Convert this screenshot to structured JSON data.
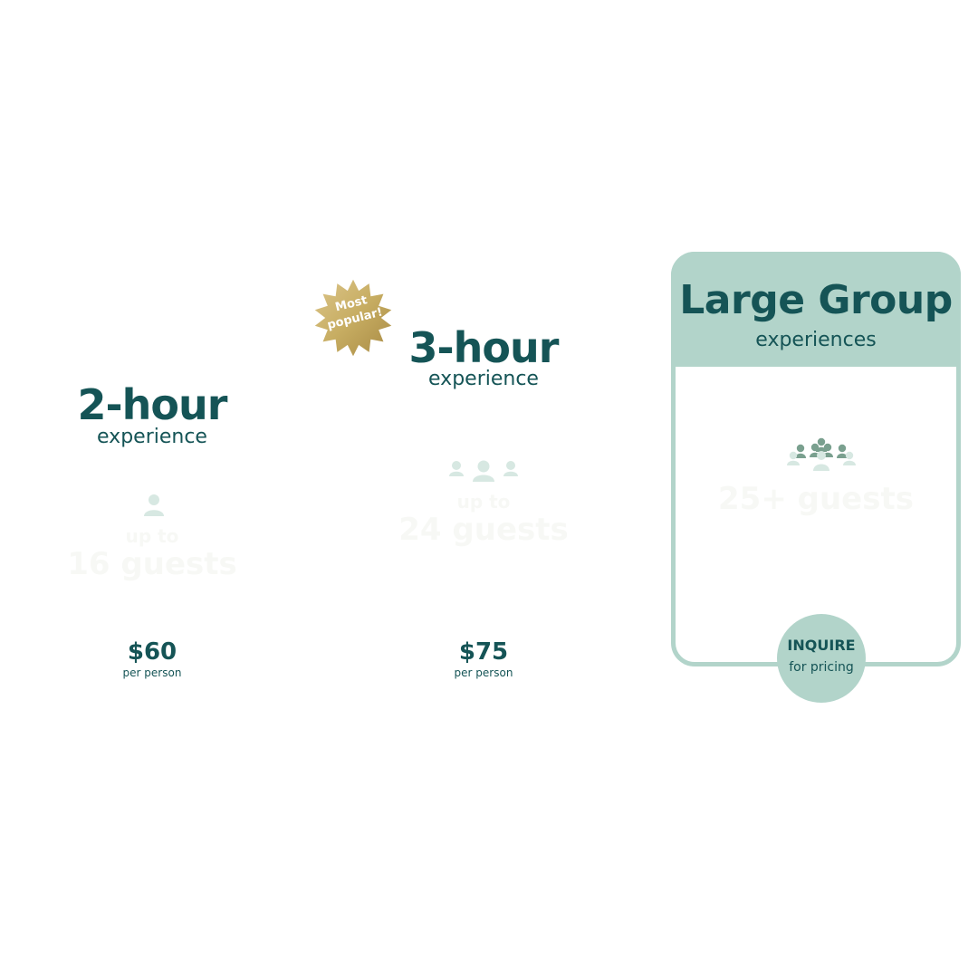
{
  "plans": [
    {
      "title": "2-hour",
      "subtitle": "experience",
      "capacity_prefix": "up to",
      "capacity": "16 guests",
      "price": "$60",
      "price_unit": "per person",
      "icon": "single-person-icon"
    },
    {
      "badge": "Most popular!",
      "title": "3-hour",
      "subtitle": "experience",
      "capacity_prefix": "up to",
      "capacity": "24 guests",
      "price": "$75",
      "price_unit": "per person",
      "icon": "three-people-icon"
    },
    {
      "title": "Large Group",
      "subtitle": "experiences",
      "capacity": "25+ guests",
      "cta": "INQUIRE",
      "cta_sub": "for pricing",
      "icon": "group-people-icon"
    }
  ],
  "colors": {
    "primary": "#155456",
    "accent": "#b2d4ca",
    "badge": "#c7ad62",
    "icon_light": "#d7e8e2",
    "icon_dark": "#7aa08f",
    "faint_text": "#f7f8f5"
  }
}
